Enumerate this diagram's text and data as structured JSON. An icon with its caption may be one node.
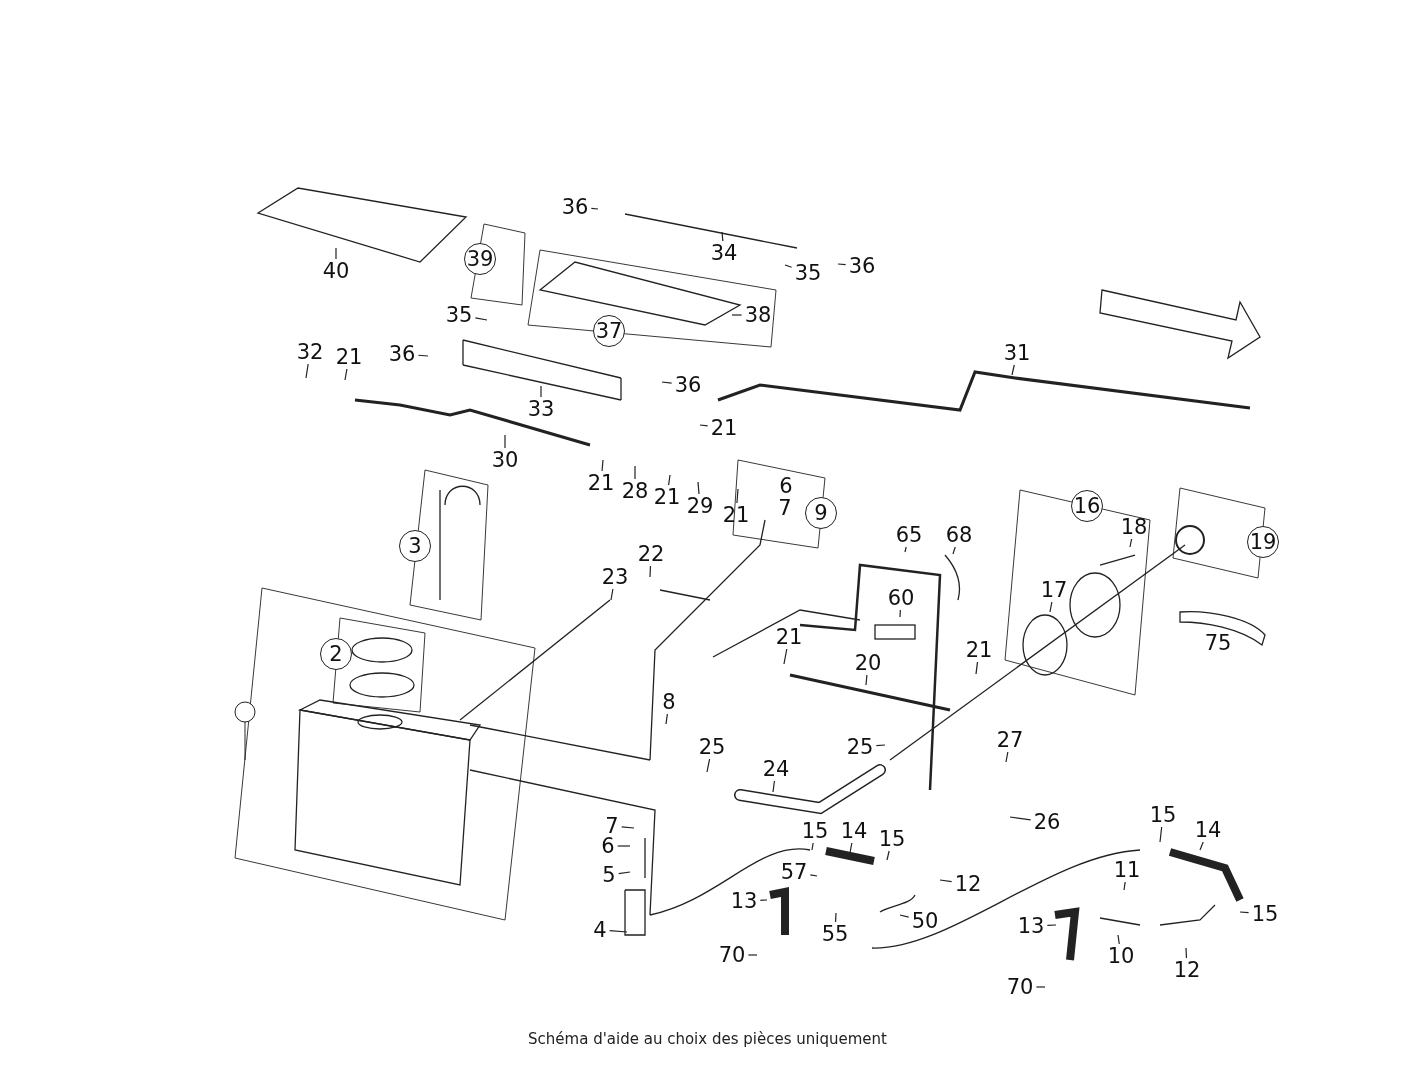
{
  "diagram": {
    "caption": "Schéma d'aide au choix des pièces uniquement",
    "nodes": [
      {
        "text": [
          "40"
        ]
      },
      {
        "text": [
          "36"
        ]
      },
      {
        "text": [
          "34"
        ]
      },
      {
        "text": [
          "39"
        ]
      },
      {
        "text": [
          "35"
        ]
      },
      {
        "text": [
          "36"
        ]
      },
      {
        "text": [
          "35"
        ]
      },
      {
        "text": [
          "37"
        ]
      },
      {
        "text": [
          "38"
        ]
      },
      {
        "text": [
          "32"
        ]
      },
      {
        "text": [
          "21"
        ]
      },
      {
        "text": [
          "36"
        ]
      },
      {
        "text": [
          "36"
        ]
      },
      {
        "text": [
          "33"
        ]
      },
      {
        "text": [
          "31"
        ]
      },
      {
        "text": [
          "21"
        ]
      },
      {
        "text": [
          "30"
        ]
      },
      {
        "text": [
          "21"
        ]
      },
      {
        "text": [
          "28"
        ]
      },
      {
        "text": [
          "21"
        ]
      },
      {
        "text": [
          "29"
        ]
      },
      {
        "text": [
          "21"
        ]
      },
      {
        "text": [
          "6"
        ]
      },
      {
        "text": [
          "7"
        ]
      },
      {
        "text": [
          "9"
        ]
      },
      {
        "text": [
          "3"
        ]
      },
      {
        "text": [
          "22"
        ]
      },
      {
        "text": [
          "23"
        ]
      },
      {
        "text": [
          "65"
        ]
      },
      {
        "text": [
          "68"
        ]
      },
      {
        "text": [
          "60"
        ]
      },
      {
        "text": [
          "16"
        ]
      },
      {
        "text": [
          "18"
        ]
      },
      {
        "text": [
          "17"
        ]
      },
      {
        "text": [
          "19"
        ]
      },
      {
        "text": [
          "75"
        ]
      },
      {
        "text": [
          "2"
        ]
      },
      {
        "text": [
          "21"
        ]
      },
      {
        "text": [
          "20"
        ]
      },
      {
        "text": [
          "21"
        ]
      },
      {
        "text": [
          "8"
        ]
      },
      {
        "text": [
          "25"
        ]
      },
      {
        "text": [
          "25"
        ]
      },
      {
        "text": [
          "24"
        ]
      },
      {
        "text": [
          "27"
        ]
      },
      {
        "text": [
          "26"
        ]
      },
      {
        "text": [
          "7"
        ]
      },
      {
        "text": [
          "6"
        ]
      },
      {
        "text": [
          "5"
        ]
      },
      {
        "text": [
          "4"
        ]
      },
      {
        "text": [
          "15"
        ]
      },
      {
        "text": [
          "14"
        ]
      },
      {
        "text": [
          "15"
        ]
      },
      {
        "text": [
          "57"
        ]
      },
      {
        "text": [
          "12"
        ]
      },
      {
        "text": [
          "13"
        ]
      },
      {
        "text": [
          "55"
        ]
      },
      {
        "text": [
          "50"
        ]
      },
      {
        "text": [
          "70"
        ]
      },
      {
        "text": [
          "15"
        ]
      },
      {
        "text": [
          "14"
        ]
      },
      {
        "text": [
          "11"
        ]
      },
      {
        "text": [
          "13"
        ]
      },
      {
        "text": [
          "10"
        ]
      },
      {
        "text": [
          "12"
        ]
      },
      {
        "text": [
          "15"
        ]
      },
      {
        "text": [
          "70"
        ]
      }
    ],
    "edges": [
      {
        "from": 0,
        "to": null,
        "arrow": "none"
      },
      {
        "from": 1,
        "to": null,
        "arrow": "none"
      },
      {
        "from": 2,
        "to": null,
        "arrow": "none"
      },
      {
        "from": 4,
        "to": null,
        "arrow": "none"
      },
      {
        "from": 5,
        "to": null,
        "arrow": "none"
      },
      {
        "from": 6,
        "to": null,
        "arrow": "none"
      },
      {
        "from": 8,
        "to": null,
        "arrow": "none"
      },
      {
        "from": 9,
        "to": null,
        "arrow": "none"
      },
      {
        "from": 10,
        "to": null,
        "arrow": "none"
      },
      {
        "from": 11,
        "to": null,
        "arrow": "none"
      },
      {
        "from": 12,
        "to": null,
        "arrow": "none"
      },
      {
        "from": 13,
        "to": null,
        "arrow": "none"
      },
      {
        "from": 14,
        "to": null,
        "arrow": "none"
      },
      {
        "from": 15,
        "to": null,
        "arrow": "none"
      },
      {
        "from": 16,
        "to": null,
        "arrow": "none"
      },
      {
        "from": 17,
        "to": null,
        "arrow": "none"
      },
      {
        "from": 18,
        "to": null,
        "arrow": "none"
      },
      {
        "from": 19,
        "to": null,
        "arrow": "none"
      },
      {
        "from": 20,
        "to": null,
        "arrow": "none"
      },
      {
        "from": 21,
        "to": null,
        "arrow": "none"
      },
      {
        "from": 26,
        "to": null,
        "arrow": "none"
      },
      {
        "from": 27,
        "to": null,
        "arrow": "none"
      },
      {
        "from": 28,
        "to": null,
        "arrow": "none"
      },
      {
        "from": 29,
        "to": null,
        "arrow": "none"
      },
      {
        "from": 30,
        "to": null,
        "arrow": "none"
      },
      {
        "from": 32,
        "to": null,
        "arrow": "none"
      },
      {
        "from": 33,
        "to": null,
        "arrow": "none"
      },
      {
        "from": 37,
        "to": null,
        "arrow": "none"
      },
      {
        "from": 38,
        "to": null,
        "arrow": "none"
      },
      {
        "from": 39,
        "to": null,
        "arrow": "none"
      },
      {
        "from": 40,
        "to": null,
        "arrow": "none"
      },
      {
        "from": 41,
        "to": null,
        "arrow": "none"
      },
      {
        "from": 42,
        "to": null,
        "arrow": "none"
      },
      {
        "from": 43,
        "to": null,
        "arrow": "none"
      },
      {
        "from": 44,
        "to": null,
        "arrow": "none"
      },
      {
        "from": 45,
        "to": null,
        "arrow": "none"
      },
      {
        "from": 46,
        "to": null,
        "arrow": "none"
      },
      {
        "from": 47,
        "to": null,
        "arrow": "none"
      },
      {
        "from": 48,
        "to": null,
        "arrow": "none"
      },
      {
        "from": 49,
        "to": null,
        "arrow": "none"
      },
      {
        "from": 50,
        "to": null,
        "arrow": "none"
      },
      {
        "from": 51,
        "to": null,
        "arrow": "none"
      },
      {
        "from": 52,
        "to": null,
        "arrow": "none"
      },
      {
        "from": 53,
        "to": null,
        "arrow": "none"
      },
      {
        "from": 54,
        "to": null,
        "arrow": "none"
      },
      {
        "from": 55,
        "to": null,
        "arrow": "none"
      },
      {
        "from": 56,
        "to": null,
        "arrow": "none"
      },
      {
        "from": 57,
        "to": null,
        "arrow": "none"
      },
      {
        "from": 58,
        "to": null,
        "arrow": "none"
      },
      {
        "from": 59,
        "to": null,
        "arrow": "none"
      },
      {
        "from": 60,
        "to": null,
        "arrow": "none"
      },
      {
        "from": 61,
        "to": null,
        "arrow": "none"
      },
      {
        "from": 62,
        "to": null,
        "arrow": "none"
      },
      {
        "from": 63,
        "to": null,
        "arrow": "none"
      },
      {
        "from": 64,
        "to": null,
        "arrow": "none"
      },
      {
        "from": 65,
        "to": null,
        "arrow": "none"
      },
      {
        "from": 66,
        "to": null,
        "arrow": "none"
      }
    ]
  }
}
